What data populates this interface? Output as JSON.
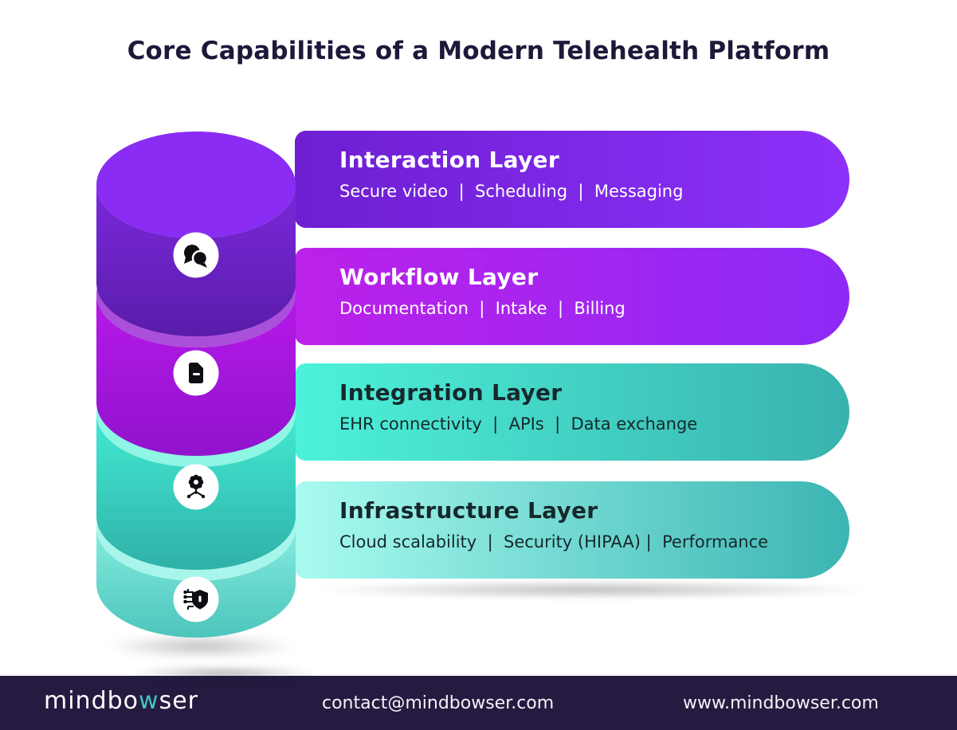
{
  "title": "Core Capabilities of a Modern Telehealth Platform",
  "banners": [
    {
      "title": "Interaction Layer",
      "subtitle": "Secure video  |  Scheduling  |  Messaging",
      "items": [
        "Secure video",
        "Scheduling",
        "Messaging"
      ],
      "gradient_from": "#6e1fd1",
      "gradient_to": "#8c30fb",
      "text_color": "#ffffff",
      "icon": "chat-bubbles-icon"
    },
    {
      "title": "Workflow Layer",
      "subtitle": "Documentation  |  Intake  |  Billing",
      "items": [
        "Documentation",
        "Intake",
        "Billing"
      ],
      "gradient_from": "#bb21e9",
      "gradient_to": "#8d2af6",
      "text_color": "#ffffff",
      "icon": "document-icon"
    },
    {
      "title": "Integration Layer",
      "subtitle": "EHR connectivity  |  APIs  |  Data exchange",
      "items": [
        "EHR connectivity",
        "APIs",
        "Data exchange"
      ],
      "gradient_from": "#4df2da",
      "gradient_to": "#39b2ae",
      "text_color": "#16282c",
      "icon": "gear-network-icon"
    },
    {
      "title": "Infrastructure Layer",
      "subtitle": "Cloud scalability  |  Security (HIPAA) |  Performance",
      "items": [
        "Cloud scalability",
        "Security (HIPAA)",
        "Performance"
      ],
      "gradient_from": "#a9fbf0",
      "gradient_to": "#3bb5b3",
      "text_color": "#16282c",
      "icon": "chip-shield-icon"
    }
  ],
  "cylinder": {
    "segments": [
      {
        "icon": "chat-bubbles-icon",
        "top_color": "#8a2cf4",
        "body_from": "#7b29dc",
        "body_to": "#5a1caa"
      },
      {
        "icon": "document-icon",
        "top_color": "#a94fd9",
        "body_from": "#b619e9",
        "body_to": "#9113cd"
      },
      {
        "icon": "gear-network-icon",
        "top_color": "#8ff5e4",
        "body_from": "#43ead3",
        "body_to": "#2fb1a7"
      },
      {
        "icon": "chip-shield-icon",
        "top_color": "#a8f6eb",
        "body_from": "#87ece0",
        "body_to": "#4cc5bb"
      }
    ]
  },
  "footer": {
    "logo": {
      "prefix": "mindbo",
      "accent": "w",
      "suffix": "ser",
      "accent_color": "#3fc6c6"
    },
    "email": "contact@mindbowser.com",
    "website": "www.mindbowser.com",
    "background": "#251b40"
  },
  "colors": {
    "title_text": "#1e1839",
    "page_background": "#ffffff"
  }
}
